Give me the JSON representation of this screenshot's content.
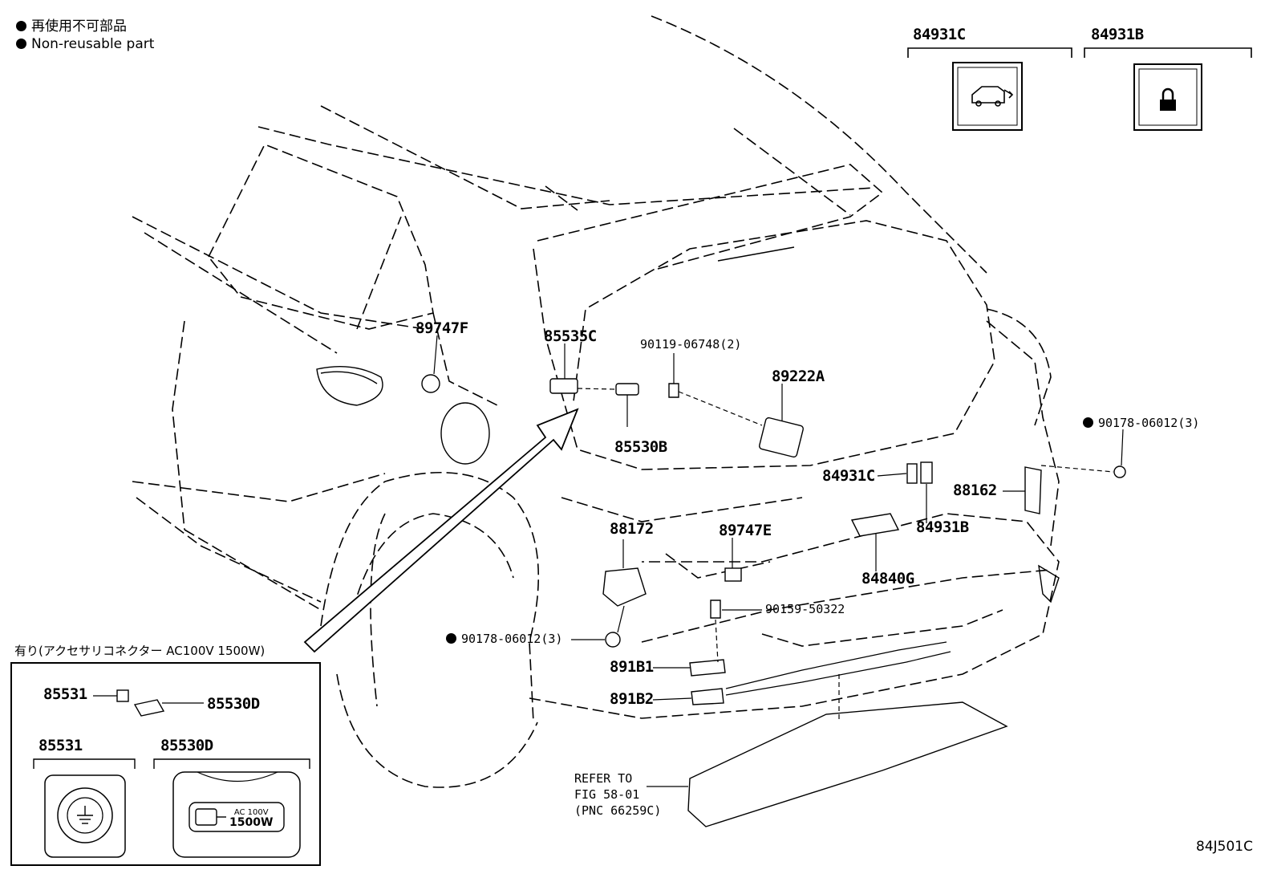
{
  "legend": {
    "jp": "再使用不可部品",
    "en": "Non-reusable part"
  },
  "callouts": {
    "p84931C_top": "84931C",
    "p84931B_top": "84931B",
    "p89747F": "89747F",
    "p85535C": "85535C",
    "p90119": "90119-06748(2)",
    "p89222A": "89222A",
    "p85530B": "85530B",
    "p90178_r": "90178-06012(3)",
    "p84931C": "84931C",
    "p88162": "88162",
    "p84931B": "84931B",
    "p88172": "88172",
    "p89747E": "89747E",
    "p84840G": "84840G",
    "p90159": "90159-50322",
    "p90178_l": "90178-06012(3)",
    "p891B1": "891B1",
    "p891B2": "891B2",
    "p85531_a": "85531",
    "p85530D_a": "85530D",
    "p85531_b": "85531",
    "p85530D_b": "85530D"
  },
  "inset": {
    "title": "有り(アクセサリコネクター AC100V 1500W)",
    "badge_line1": "AC 100V",
    "badge_line2": "1500W"
  },
  "refer": {
    "line1": "REFER TO",
    "line2": "FIG 58-01",
    "line3": "(PNC 66259C)"
  },
  "figure_code": "84J501C",
  "icons": [
    "car-tailgate-icon",
    "lock-icon",
    "ground-symbol-icon",
    "power-plug-icon"
  ]
}
